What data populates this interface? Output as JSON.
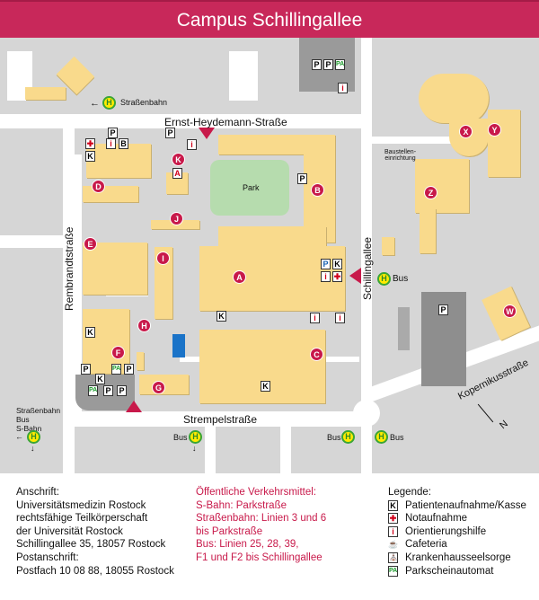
{
  "header": {
    "title": "Campus Schillingallee"
  },
  "streets": {
    "ernst": "Ernst-Heydemann-Straße",
    "rembrandt": "Rembrandtstraße",
    "schilling": "Schillingallee",
    "strempel": "Strempelstraße",
    "kopernikus": "Kopernikusstraße"
  },
  "map_labels": {
    "park": "Park",
    "baustelle": "Baustellen-\neinrichtung",
    "north": "N",
    "tram_top": "Straßenbahn",
    "left_stop": "Straßenbahn\nBus\nS-Bahn",
    "bus": "Bus",
    "arrow_left": "←",
    "arrow_down": "↓"
  },
  "buildings": [
    "A",
    "B",
    "C",
    "D",
    "E",
    "F",
    "G",
    "H",
    "I",
    "J",
    "K",
    "W",
    "X",
    "Y",
    "Z"
  ],
  "icons": {
    "K": "K",
    "i": "i",
    "P": "P",
    "B": "B",
    "A": "A",
    "cross": "✚",
    "PA": "PA",
    "Ph": "P♿",
    "stop": "H"
  },
  "address": {
    "lines": [
      "Anschrift:",
      "Universitätsmedizin Rostock",
      "rechtsfähige Teilkörperschaft",
      "der Universität Rostock",
      "Schillingallee 35, 18057 Rostock",
      "Postanschrift:",
      "Postfach 10 08 88, 18055 Rostock"
    ]
  },
  "transit": {
    "lines": [
      "Öffentliche Verkehrsmittel:",
      "S-Bahn: Parkstraße",
      "Straßenbahn: Linien 3 und 6",
      "bis Parkstraße",
      "Bus: Linien 25, 28, 39,",
      "F1 und F2 bis Schillingallee"
    ]
  },
  "legend": {
    "title": "Legende:",
    "items": [
      {
        "icon": "K",
        "label": "Patientenaufnahme/Kasse"
      },
      {
        "icon": "✚",
        "label": "Notaufnahme"
      },
      {
        "icon": "i",
        "label": "Orientierungshilfe"
      },
      {
        "icon": "☕",
        "label": "Cafeteria"
      },
      {
        "icon": "⛪",
        "label": "Krankenhausseelsorge"
      },
      {
        "icon": "PA",
        "label": "Parkscheinautomat"
      }
    ]
  },
  "colors": {
    "brand": "#c8285a",
    "building": "#f9da8c",
    "park": "#b6dcae",
    "ground": "#d6d6d6"
  }
}
